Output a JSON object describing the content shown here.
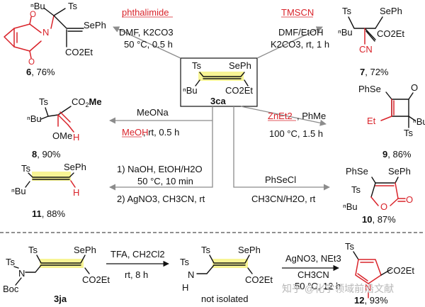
{
  "center": {
    "label": "3ca",
    "ts": "Ts",
    "seph": "SePh",
    "nbu": "ⁿBu",
    "co2et": "CO2Et"
  },
  "reactions": [
    {
      "id": "r6",
      "reagent_red": "phthalimide",
      "line1": "DMF, K2CO3",
      "line2": "50 °C, 0.5 h",
      "product": "6",
      "yield": "76%"
    },
    {
      "id": "r7",
      "reagent_red": "TMSCN",
      "line1": "DMF/EtOH",
      "line2": "K2CO3, rt, 1 h",
      "product": "7",
      "yield": "72%"
    },
    {
      "id": "r8",
      "line1": "MeONa",
      "reagent_red": "MeOH",
      "line2": ", rt, 0.5 h",
      "product": "8",
      "yield": "90%"
    },
    {
      "id": "r9",
      "reagent_red": "ZnEt2",
      "line1": ", PhMe",
      "line2": "100 °C, 1.5 h",
      "product": "9",
      "yield": "86%"
    },
    {
      "id": "r11",
      "line1": "1) NaOH, EtOH/H2O",
      "line2": "50 °C, 10 min",
      "line3": "2) AgNO3, CH3CN, rt",
      "product": "11",
      "yield": "88%"
    },
    {
      "id": "r10",
      "line1": "PhSeCl",
      "line2": "CH3CN/H2O, rt",
      "product": "10",
      "yield": "87%"
    }
  ],
  "bottom": {
    "start_label": "3ja",
    "step1_line1": "TFA, CH2Cl2",
    "step1_line2": "rt, 8 h",
    "intermediate_note": "not isolated",
    "step2_line1": "AgNO3, NEt3",
    "step2_line2": "CH3CN",
    "step2_line3": "50 °C, 12 h",
    "product": "12",
    "yield": "93%"
  },
  "atoms": {
    "ts": "Ts",
    "seph": "SePh",
    "phse": "PhSe",
    "nbu": "ⁿBu",
    "co2et": "CO2Et",
    "co2me": "CO2Me",
    "ome": "OMe",
    "h": "H",
    "cn": "CN",
    "et": "Et",
    "o": "O",
    "n": "N",
    "boc": "Boc"
  },
  "watermark": "知乎 @化学领域前沿文献"
}
